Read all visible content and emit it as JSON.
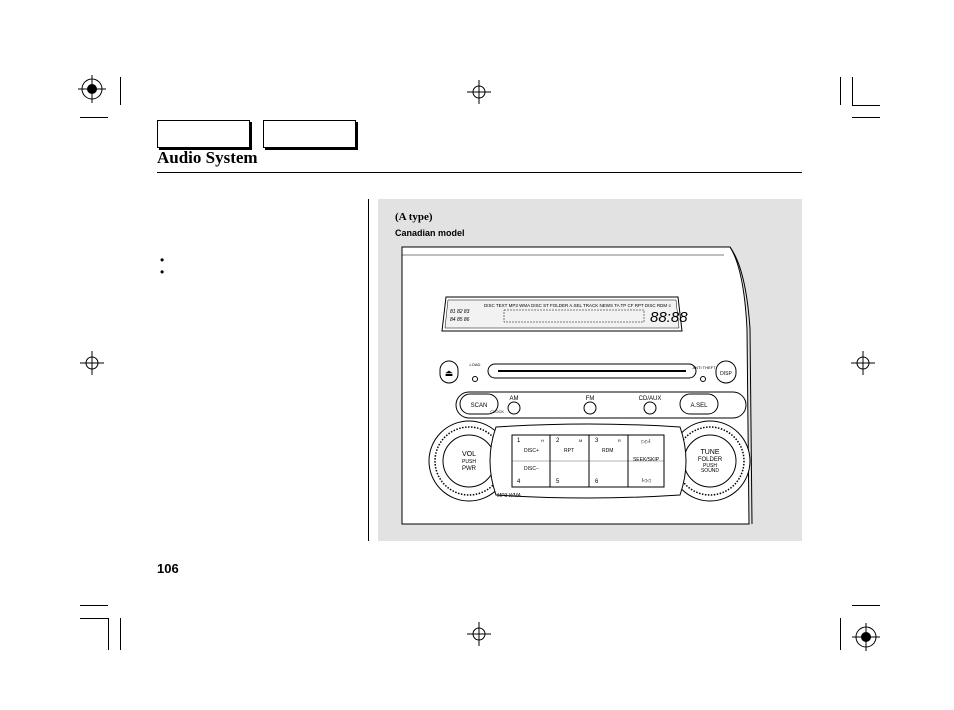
{
  "header": {
    "tabs": [
      "",
      ""
    ],
    "title": "Audio System"
  },
  "body": {
    "bullets": [
      "•",
      "•"
    ]
  },
  "figure": {
    "caption": "(A type)",
    "model": "Canadian model",
    "radio": {
      "display_indicators": "DISC TEXT  MP3 WMA   DISC  ST  FOLDER  A.SEL  TRACK  NEWS  TA  TP  CF  RPT  DISC  RDM  ≡",
      "display_segments": "88:88",
      "display_small_top": "81 82 83",
      "display_small_bottom": "84 85 86",
      "eject_symbol": "⏏",
      "load_label": "LOAD",
      "anti_theft_label": "ANTI THEFT",
      "disp_label": "DISP",
      "scan_label": "SCAN",
      "am_label": "AM",
      "clock_label": "CLOCK",
      "fm_label": "FM",
      "cdaux_label": "CD/AUX",
      "asel_label": "A.SEL",
      "vol_label": "VOL",
      "push_label": "PUSH",
      "pwr_label": "PWR",
      "tune_label": "TUNE",
      "folder_label": "FOLDER",
      "sound_label": "SOUND",
      "presets": [
        {
          "num": "1",
          "sub": "H",
          "func": "DISC+"
        },
        {
          "num": "2",
          "sub": "M",
          "func": "RPT"
        },
        {
          "num": "3",
          "sub": "R",
          "func": "RDM"
        },
        {
          "num": "4",
          "sub": "",
          "func": "DISC−"
        },
        {
          "num": "5",
          "sub": "",
          "func": ""
        },
        {
          "num": "6",
          "sub": "",
          "func": ""
        }
      ],
      "seek_skip_label": "SEEK/SKIP",
      "seek_up_symbol": "▷▷I",
      "seek_down_symbol": "I◁◁",
      "format_label": "MP3 WMA"
    }
  },
  "page_number": "106"
}
